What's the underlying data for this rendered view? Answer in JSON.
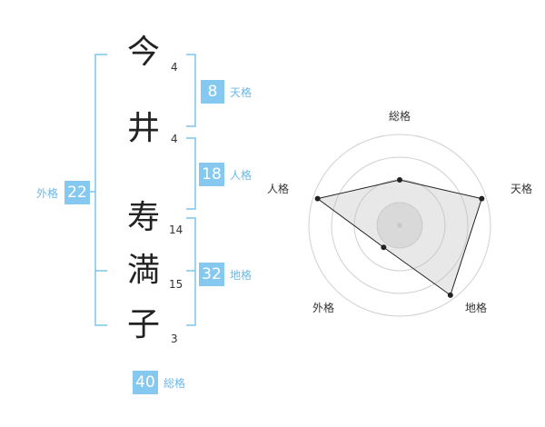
{
  "name": {
    "chars": [
      {
        "char": "今",
        "strokes": "4"
      },
      {
        "char": "井",
        "strokes": "4"
      },
      {
        "char": "寿",
        "strokes": "14"
      },
      {
        "char": "満",
        "strokes": "15"
      },
      {
        "char": "子",
        "strokes": "3"
      }
    ]
  },
  "kaku": {
    "tenkaku": {
      "value": "8",
      "label": "天格"
    },
    "jinkaku": {
      "value": "18",
      "label": "人格"
    },
    "chikaku": {
      "value": "32",
      "label": "地格"
    },
    "gaikaku": {
      "value": "22",
      "label": "外格"
    },
    "soukaku": {
      "value": "40",
      "label": "総格"
    }
  },
  "colors": {
    "accent": "#86c9f0",
    "bracket": "#7cc3ee",
    "label": "#6bb9e8"
  },
  "chart_data": {
    "type": "radar",
    "axes": [
      "総格",
      "天格",
      "地格",
      "外格",
      "人格"
    ],
    "values": [
      0.5,
      0.95,
      0.95,
      0.3,
      0.95
    ],
    "max": 1,
    "rings": 4
  }
}
